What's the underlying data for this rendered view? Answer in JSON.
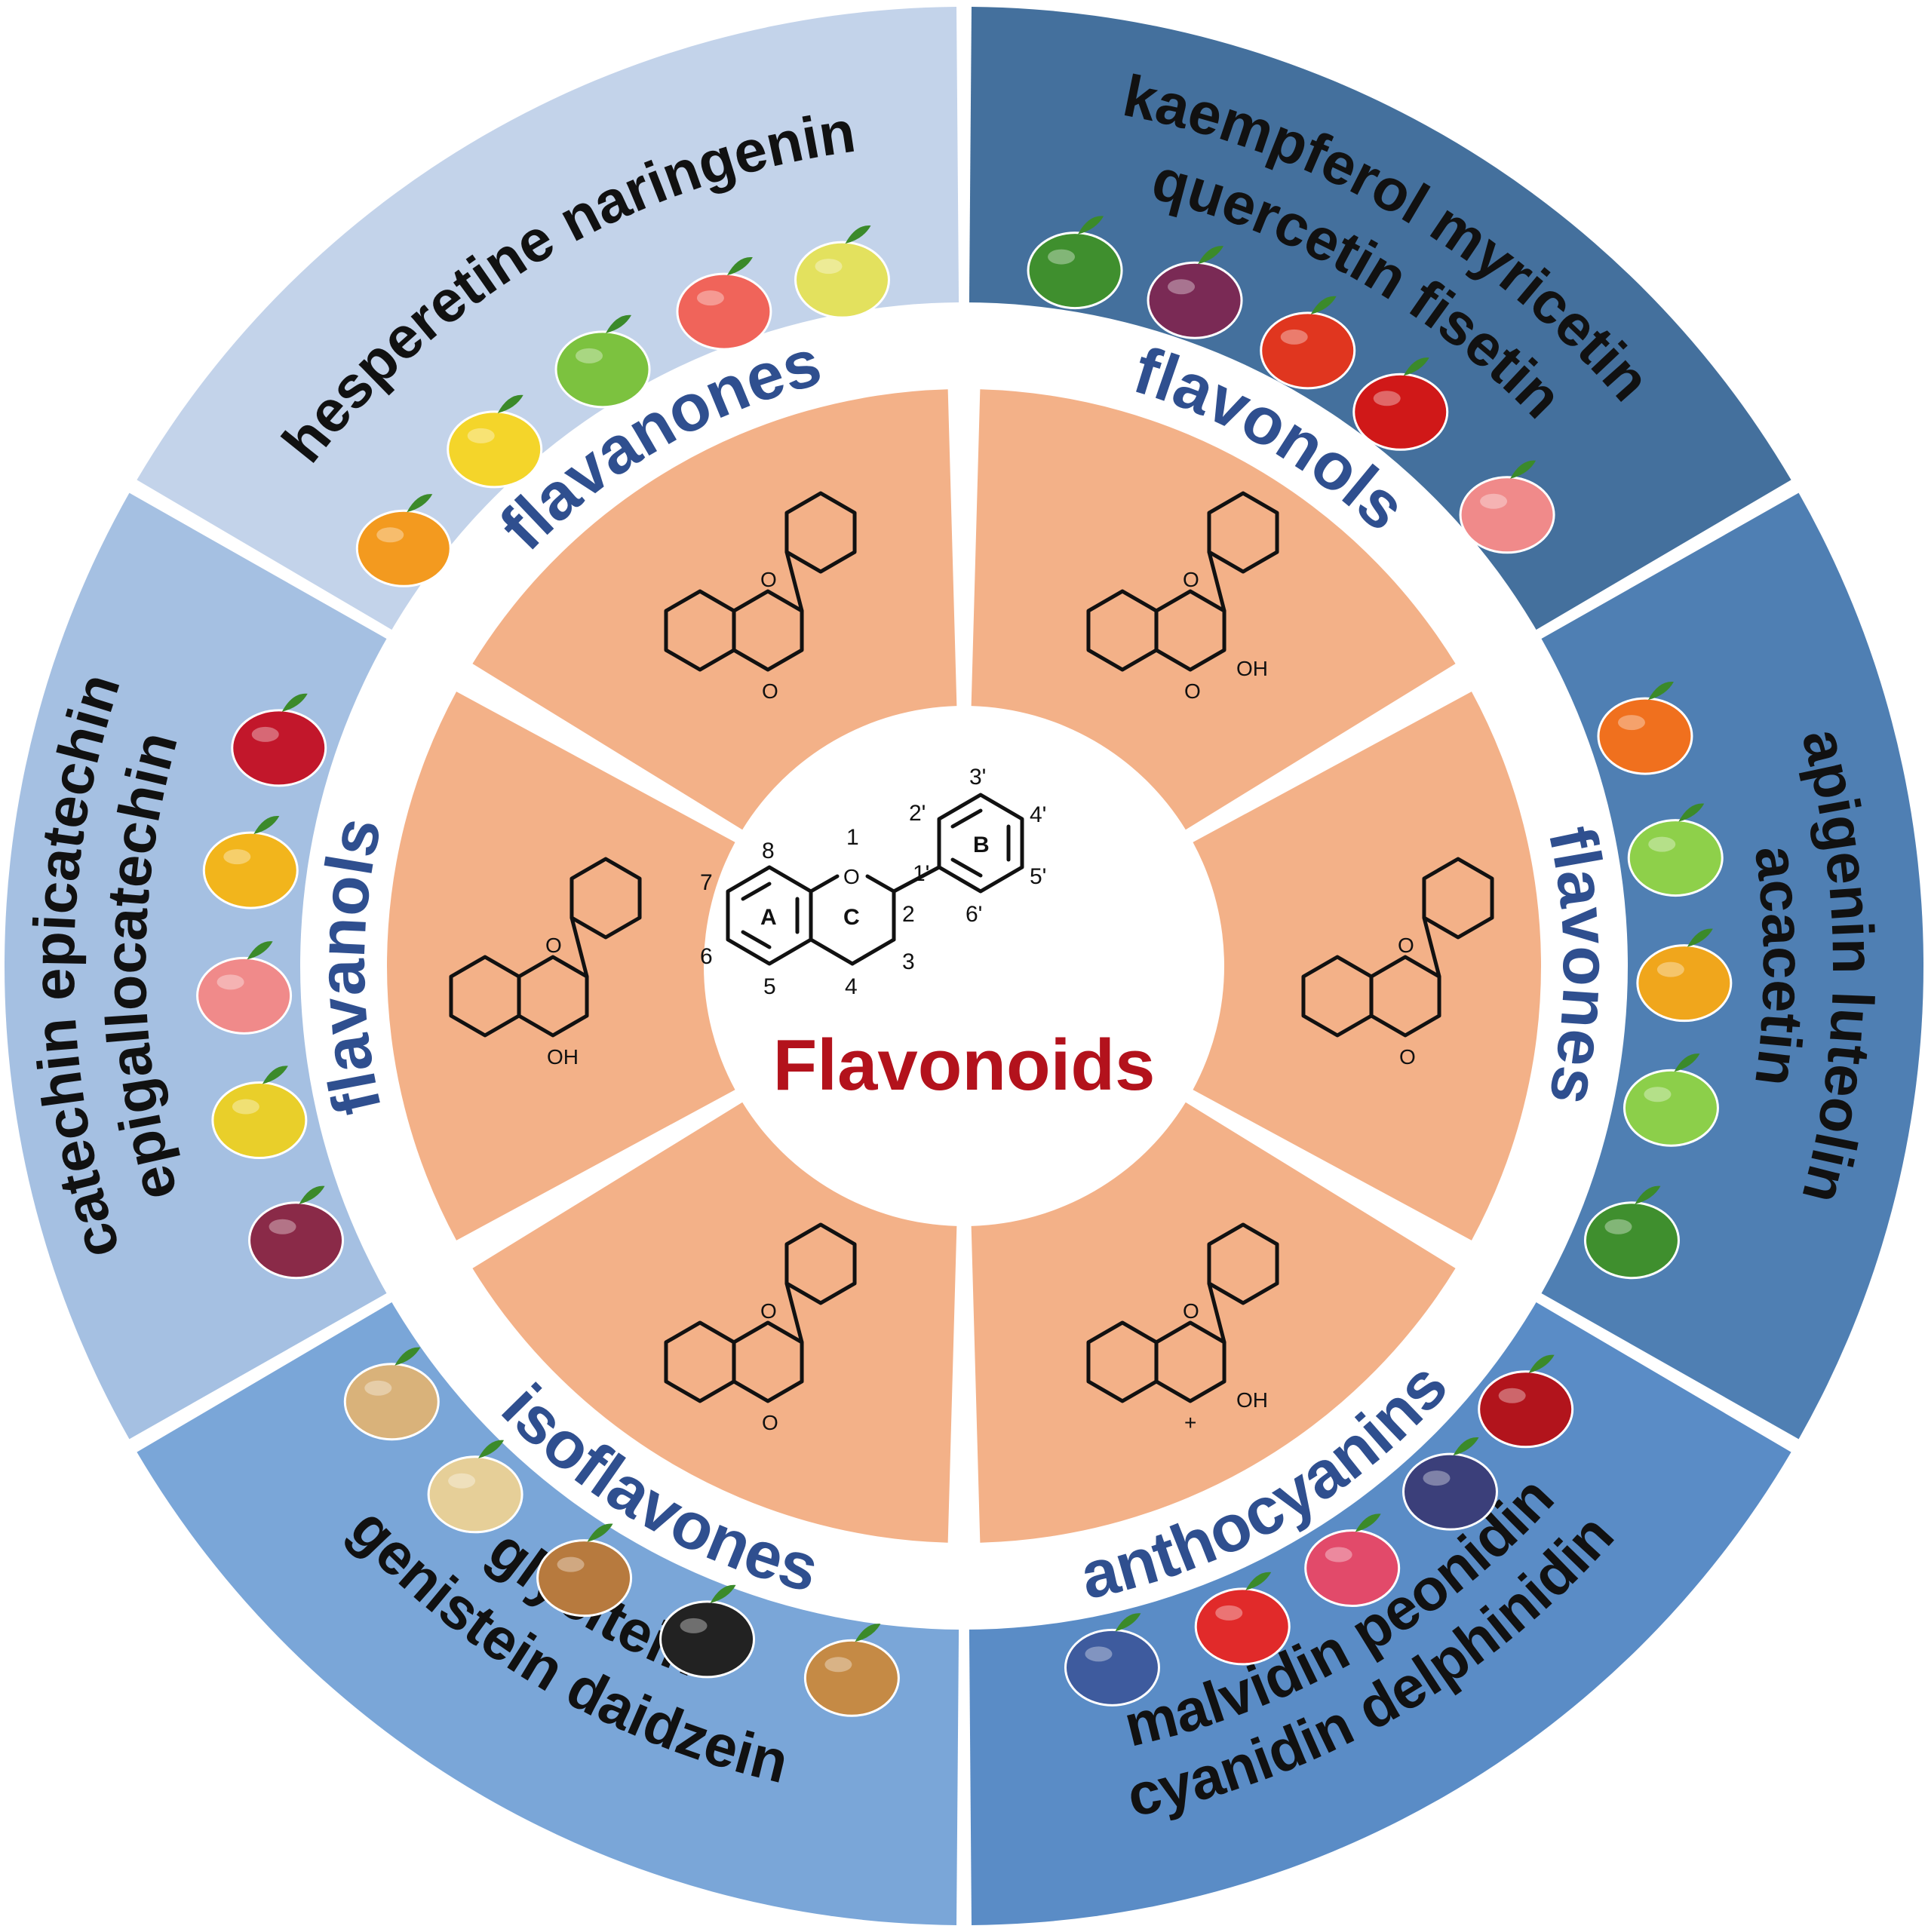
{
  "center": {
    "title": "Flavonoids"
  },
  "colors": {
    "outer_sectors": [
      "#c3d3ea",
      "#44709d",
      "#4f7fb3",
      "#5a8cc6",
      "#7aa6d8",
      "#a5c0e2"
    ],
    "inner_sector": "#f3b188",
    "class_label": "#2f4f8f",
    "title": "#b3121c"
  },
  "classes": [
    {
      "label": "flavanones",
      "compounds": [
        "hesperetine naringenin"
      ]
    },
    {
      "label": "flavonols",
      "compounds": [
        "kaempferol myricetin",
        "quercetin fisetin"
      ]
    },
    {
      "label": "flavones",
      "compounds": [
        "apigenin luteolin",
        "acacetin"
      ]
    },
    {
      "label": "anthocyanins",
      "compounds": [
        "malvidin peonidin",
        "cyanidin delphinidin"
      ]
    },
    {
      "label": "isoflavones",
      "compounds": [
        "glycitein",
        "genistein daidzein"
      ]
    },
    {
      "label": "flavanols",
      "compounds": [
        "catechin epicatechin",
        "epigallocatechin"
      ]
    }
  ],
  "core_structure": {
    "atoms": {
      "O": "O"
    },
    "ring_labels": [
      "A",
      "B",
      "C"
    ],
    "positions": [
      "1",
      "2",
      "3",
      "4",
      "5",
      "6",
      "7",
      "8",
      "1'",
      "2'",
      "3'",
      "4'",
      "5'",
      "6'"
    ]
  },
  "structures": {
    "flavanones": {
      "atoms": [
        "O",
        "O"
      ]
    },
    "flavonols": {
      "atoms": [
        "O",
        "O",
        "OH"
      ]
    },
    "flavones": {
      "atoms": [
        "O",
        "O"
      ]
    },
    "anthocyanins": {
      "atoms": [
        "O",
        "+",
        "OH"
      ]
    },
    "isoflavones": {
      "atoms": [
        "O",
        "O"
      ]
    },
    "flavanols": {
      "atoms": [
        "O",
        "OH"
      ]
    }
  },
  "food_icons": {
    "flavanones": [
      "orange-icon",
      "lemon-icon",
      "lime-icon",
      "grapefruit-icon",
      "pomelo-icon"
    ],
    "flavonols": [
      "broccoli-icon",
      "onion-icon",
      "tomato-icon",
      "chili-pepper-icon",
      "peach-icon"
    ],
    "flavones": [
      "carrot-icon",
      "lettuce-icon",
      "bell-pepper-icon",
      "celery-icon",
      "broccoli-icon"
    ],
    "anthocyanins": [
      "blueberry-icon",
      "strawberry-icon",
      "raspberry-icon",
      "grape-icon",
      "cherry-icon"
    ],
    "isoflavones": [
      "peanut-icon",
      "soybean-icon",
      "mixed-nuts-icon",
      "black-bean-icon",
      "broad-bean-icon"
    ],
    "flavanols": [
      "apple-icon",
      "mango-icon",
      "peach-icon",
      "pear-icon",
      "red-grape-icon"
    ]
  }
}
